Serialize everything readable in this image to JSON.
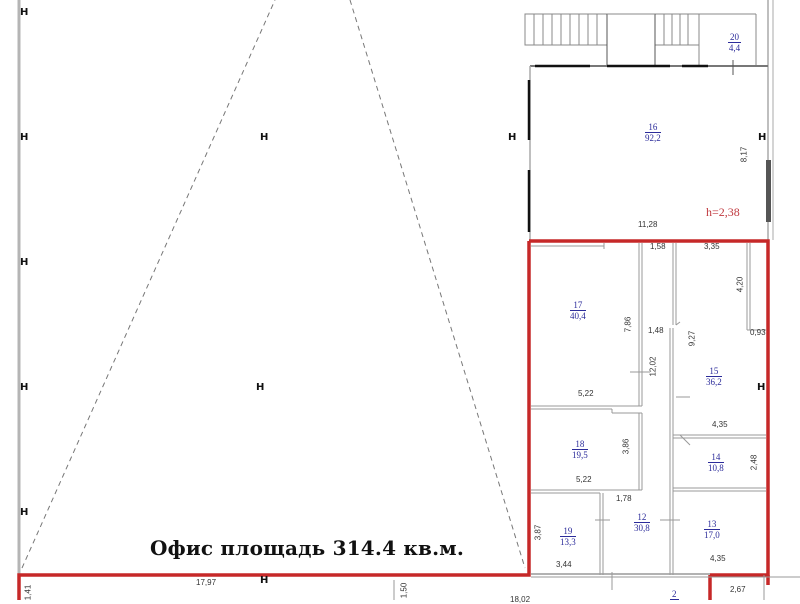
{
  "caption": "Офис площадь 314.4 кв.м.",
  "height_label": "h=2,38",
  "colors": {
    "highlight": "#c62828",
    "room_text": "#2b2b9a",
    "wall": "#9a9a9a",
    "wall_dark": "#111111",
    "dashed": "#777777"
  },
  "rooms": [
    {
      "id": "r20",
      "num": "20",
      "area": "4,4"
    },
    {
      "id": "r16",
      "num": "16",
      "area": "92,2"
    },
    {
      "id": "r17",
      "num": "17",
      "area": "40,4"
    },
    {
      "id": "r15",
      "num": "15",
      "area": "36,2"
    },
    {
      "id": "r18",
      "num": "18",
      "area": "19,5"
    },
    {
      "id": "r14",
      "num": "14",
      "area": "10,8"
    },
    {
      "id": "r19",
      "num": "19",
      "area": "13,3"
    },
    {
      "id": "r12",
      "num": "12",
      "area": "30,8"
    },
    {
      "id": "r13",
      "num": "13",
      "area": "17,0"
    },
    {
      "id": "r2",
      "num": "2",
      "area": ""
    }
  ],
  "dimensions": {
    "d_8_17": "8,17",
    "d_11_28": "11,28",
    "d_1_58": "1,58",
    "d_3_35": "3,35",
    "d_4_20": "4,20",
    "d_0_93": "0,93",
    "d_7_86": "7,86",
    "d_1_48": "1,48",
    "d_12_02": "12,02",
    "d_9_27": "9,27",
    "d_5_22_a": "5,22",
    "d_4_35_a": "4,35",
    "d_3_86": "3,86",
    "d_5_22_b": "5,22",
    "d_2_48": "2,48",
    "d_1_78": "1,78",
    "d_3_87": "3,87",
    "d_3_44": "3,44",
    "d_4_35_b": "4,35",
    "d_17_97": "17,97",
    "d_2_67": "2,67",
    "d_1_41": "1,41",
    "d_1_50": "1,50",
    "d_18_02": "18,02"
  }
}
